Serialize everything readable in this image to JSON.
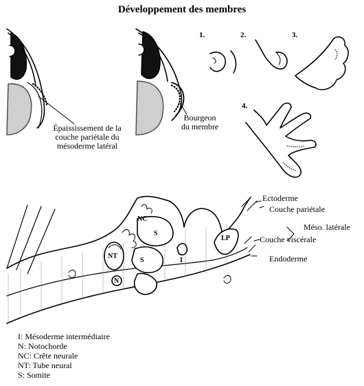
{
  "title": "Développement des membres",
  "top_left": {
    "label_lines": [
      "Épaississement de la",
      "couche pariétale du",
      "mésoderme latéral"
    ]
  },
  "top_middle": {
    "label_lines": [
      "Bourgeon",
      "du membre"
    ]
  },
  "stages": [
    "1.",
    "2.",
    "3.",
    "4."
  ],
  "bottom": {
    "ectoderme": "Ectoderme",
    "couche_parietale": "Couche pariétale",
    "meso_laterale": "Méso. latérale",
    "couche_viscerale": "Couche viscérale",
    "endoderme": "Endoderme",
    "structure_labels": {
      "nc": "NC",
      "nt": "NT",
      "n": "N",
      "s_upper": "S",
      "s_lower": "S",
      "i": "I",
      "lp": "LP"
    }
  },
  "legend": [
    "I: Mésoderme intermédiaire",
    "N: Notochorde",
    "NC: Crête neurale",
    "NT: Tube neural",
    "S: Somite"
  ]
}
